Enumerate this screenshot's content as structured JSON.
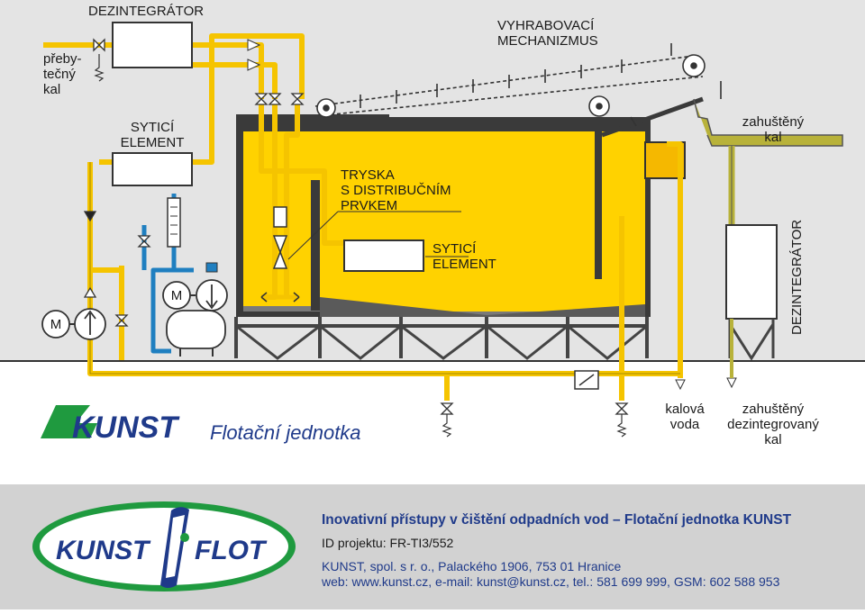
{
  "colors": {
    "pipe_yellow": "#f5c400",
    "sludge_olive": "#b8b23a",
    "blue_pipe": "#1f7fc0",
    "tank_fill": "#ffd200",
    "band_grey": "#e4e4e4",
    "footer_grey": "#d2d2d2",
    "steel": "#555555",
    "logo_green": "#1f9a3f",
    "logo_blue": "#1f3a8a"
  },
  "diagram": {
    "title": "Flotační jednotka",
    "labels": {
      "dezintegrator_top": "DEZINTEGRÁTOR",
      "prebytecny_1": "přeby-",
      "prebytecny_2": "tečný",
      "prebytecny_3": "kal",
      "vyhrabovaci_1": "VYHRABOVACÍ",
      "vyhrabovaci_2": "MECHANIZMUS",
      "sytici_left_1": "SYTICÍ",
      "sytici_left_2": "ELEMENT",
      "zahusteny_1": "zahuštěný",
      "zahusteny_2": "kal",
      "tryska_1": "TRYSKA",
      "tryska_2": "S DISTRIBUČNÍM",
      "tryska_3": "PRVKEM",
      "sytici_mid_1": "SYTICÍ",
      "sytici_mid_2": "ELEMENT",
      "dezintegrator_right": "DEZINTEGRÁTOR",
      "motor_left": "M",
      "motor_mid": "M",
      "kalova_1": "kalová",
      "kalova_2": "voda",
      "zahdez_1": "zahuštěný",
      "zahdez_2": "dezintegrovaný",
      "zahdez_3": "kal"
    }
  },
  "logos": {
    "kunst_small": "KUNST",
    "kunst_left": "KUNST",
    "flot_right": "FLOT"
  },
  "footer": {
    "title": "Inovativní přístupy v čištění odpadních vod – Flotační jednotka KUNST",
    "project_id": "ID projektu: FR-TI3/552",
    "company": "KUNST, spol. s r. o., Palackého 1906, 753 01 Hranice",
    "contact": "web: www.kunst.cz, e-mail: kunst@kunst.cz, tel.: 581 699 999, GSM: 602 588 953"
  }
}
